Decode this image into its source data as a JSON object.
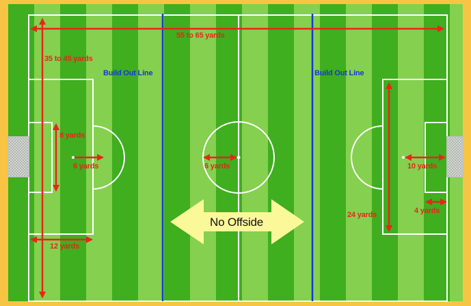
{
  "colors": {
    "frame": "#f7c444",
    "grass_dark": "#3fae1f",
    "grass_light": "#85d04f",
    "field_lines": "#ffffff",
    "build_out_line": "#1438d8",
    "measure": "#e8251a",
    "offside_arrow": "#fbf89a"
  },
  "labels": {
    "width": "55 to 65 yards",
    "length": "35 to 45 yards",
    "build_out_left": "Build Out Line",
    "build_out_right": "Build Out Line",
    "goal_area_height": "8 yards",
    "penalty_spot_left": "6 yards",
    "center_circle_radius": "6 yards",
    "penalty_spot_right": "10 yards",
    "goal_area_depth": "4 yards",
    "penalty_area_width": "24 yards",
    "penalty_area_depth": "12 yards",
    "no_offside": "No Offside"
  }
}
